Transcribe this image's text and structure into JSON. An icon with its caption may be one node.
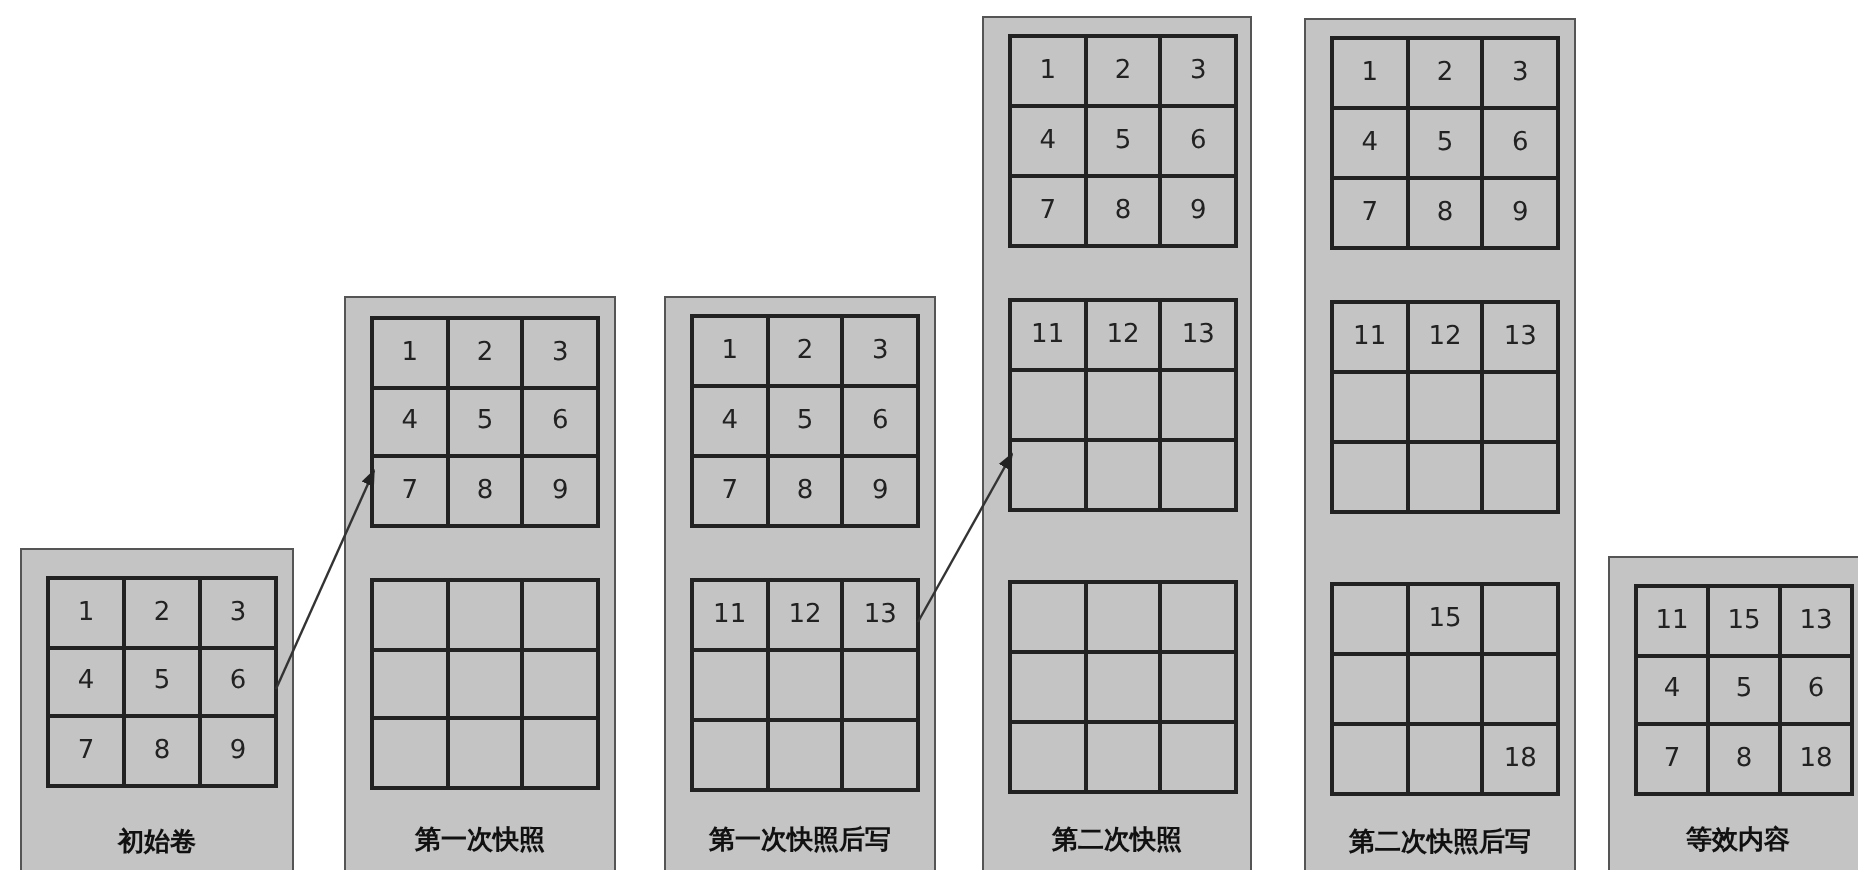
{
  "diagram": {
    "nodes": [
      {
        "text": [
          "初始卷"
        ]
      },
      {
        "text": [],
        "shape": "box",
        "in": 0
      },
      {
        "text": [
          "1"
        ],
        "in": 1
      },
      {
        "text": [
          "2"
        ],
        "in": 1
      },
      {
        "text": [
          "3"
        ],
        "in": 1
      },
      {
        "text": [
          "4"
        ],
        "in": 1
      },
      {
        "text": [
          "5"
        ],
        "in": 1
      },
      {
        "text": [
          "6"
        ],
        "in": 1
      },
      {
        "text": [
          "7"
        ],
        "in": 1
      },
      {
        "text": [
          "8"
        ],
        "in": 1
      },
      {
        "text": [
          "9"
        ],
        "in": 1
      },
      {
        "text": [
          "第一次快照"
        ]
      },
      {
        "text": [],
        "shape": "box",
        "in": 11
      },
      {
        "text": [
          "1"
        ],
        "in": 12
      },
      {
        "text": [
          "2"
        ],
        "in": 12
      },
      {
        "text": [
          "3"
        ],
        "in": 12
      },
      {
        "text": [
          "4"
        ],
        "in": 12
      },
      {
        "text": [
          "5"
        ],
        "in": 12
      },
      {
        "text": [
          "6"
        ],
        "in": 12
      },
      {
        "text": [
          "7"
        ],
        "in": 12
      },
      {
        "text": [
          "8"
        ],
        "in": 12
      },
      {
        "text": [
          "9"
        ],
        "in": 12
      },
      {
        "text": [],
        "shape": "box",
        "in": 11
      },
      {
        "text": [],
        "shape": "box",
        "in": 22
      },
      {
        "text": [],
        "shape": "box",
        "in": 22
      },
      {
        "text": [],
        "shape": "box",
        "in": 22
      },
      {
        "text": [],
        "shape": "box",
        "in": 22
      },
      {
        "text": [],
        "shape": "box",
        "in": 22
      },
      {
        "text": [],
        "shape": "box",
        "in": 22
      },
      {
        "text": [],
        "shape": "box",
        "in": 22
      },
      {
        "text": [],
        "shape": "box",
        "in": 22
      },
      {
        "text": [],
        "shape": "box",
        "in": 22
      },
      {
        "text": [
          "第一次快照后写"
        ]
      },
      {
        "text": [],
        "shape": "box",
        "in": 32
      },
      {
        "text": [
          "1"
        ],
        "in": 33
      },
      {
        "text": [
          "2"
        ],
        "in": 33
      },
      {
        "text": [
          "3"
        ],
        "in": 33
      },
      {
        "text": [
          "4"
        ],
        "in": 33
      },
      {
        "text": [
          "5"
        ],
        "in": 33
      },
      {
        "text": [
          "6"
        ],
        "in": 33
      },
      {
        "text": [
          "7"
        ],
        "in": 33
      },
      {
        "text": [
          "8"
        ],
        "in": 33
      },
      {
        "text": [
          "9"
        ],
        "in": 33
      },
      {
        "text": [],
        "shape": "box",
        "in": 32
      },
      {
        "text": [
          "11"
        ],
        "in": 43
      },
      {
        "text": [
          "12"
        ],
        "in": 43
      },
      {
        "text": [
          "13"
        ],
        "in": 43
      },
      {
        "text": [],
        "shape": "box",
        "in": 43
      },
      {
        "text": [],
        "shape": "box",
        "in": 43
      },
      {
        "text": [],
        "shape": "box",
        "in": 43
      },
      {
        "text": [],
        "shape": "box",
        "in": 43
      },
      {
        "text": [],
        "shape": "box",
        "in": 43
      },
      {
        "text": [],
        "shape": "box",
        "in": 43
      },
      {
        "text": [
          "第二次快照"
        ]
      },
      {
        "text": [],
        "shape": "box",
        "in": 53
      },
      {
        "text": [
          "1"
        ],
        "in": 54
      },
      {
        "text": [
          "2"
        ],
        "in": 54
      },
      {
        "text": [
          "3"
        ],
        "in": 54
      },
      {
        "text": [
          "4"
        ],
        "in": 54
      },
      {
        "text": [
          "5"
        ],
        "in": 54
      },
      {
        "text": [
          "6"
        ],
        "in": 54
      },
      {
        "text": [
          "7"
        ],
        "in": 54
      },
      {
        "text": [
          "8"
        ],
        "in": 54
      },
      {
        "text": [
          "9"
        ],
        "in": 54
      },
      {
        "text": [],
        "shape": "box",
        "in": 53
      },
      {
        "text": [
          "11"
        ],
        "in": 64
      },
      {
        "text": [
          "12"
        ],
        "in": 64
      },
      {
        "text": [
          "13"
        ],
        "in": 64
      },
      {
        "text": [],
        "shape": "box",
        "in": 64
      },
      {
        "text": [],
        "shape": "box",
        "in": 64
      },
      {
        "text": [],
        "shape": "box",
        "in": 64
      },
      {
        "text": [],
        "shape": "box",
        "in": 64
      },
      {
        "text": [],
        "shape": "box",
        "in": 64
      },
      {
        "text": [],
        "shape": "box",
        "in": 64
      },
      {
        "text": [],
        "shape": "box",
        "in": 53
      },
      {
        "text": [],
        "shape": "box",
        "in": 74
      },
      {
        "text": [],
        "shape": "box",
        "in": 74
      },
      {
        "text": [],
        "shape": "box",
        "in": 74
      },
      {
        "text": [],
        "shape": "box",
        "in": 74
      },
      {
        "text": [],
        "shape": "box",
        "in": 74
      },
      {
        "text": [],
        "shape": "box",
        "in": 74
      },
      {
        "text": [],
        "shape": "box",
        "in": 74
      },
      {
        "text": [],
        "shape": "box",
        "in": 74
      },
      {
        "text": [],
        "shape": "box",
        "in": 74
      },
      {
        "text": [
          "第二次快照后写"
        ]
      },
      {
        "text": [],
        "shape": "box",
        "in": 84
      },
      {
        "text": [
          "1"
        ],
        "in": 85
      },
      {
        "text": [
          "2"
        ],
        "in": 85
      },
      {
        "text": [
          "3"
        ],
        "in": 85
      },
      {
        "text": [
          "4"
        ],
        "in": 85
      },
      {
        "text": [
          "5"
        ],
        "in": 85
      },
      {
        "text": [
          "6"
        ],
        "in": 85
      },
      {
        "text": [
          "7"
        ],
        "in": 85
      },
      {
        "text": [
          "8"
        ],
        "in": 85
      },
      {
        "text": [
          "9"
        ],
        "in": 85
      },
      {
        "text": [],
        "shape": "box",
        "in": 84
      },
      {
        "text": [
          "11"
        ],
        "in": 95
      },
      {
        "text": [
          "12"
        ],
        "in": 95
      },
      {
        "text": [
          "13"
        ],
        "in": 95
      },
      {
        "text": [],
        "shape": "box",
        "in": 95
      },
      {
        "text": [],
        "shape": "box",
        "in": 95
      },
      {
        "text": [],
        "shape": "box",
        "in": 95
      },
      {
        "text": [],
        "shape": "box",
        "in": 95
      },
      {
        "text": [],
        "shape": "box",
        "in": 95
      },
      {
        "text": [],
        "shape": "box",
        "in": 95
      },
      {
        "text": [],
        "shape": "box",
        "in": 84
      },
      {
        "text": [],
        "shape": "box",
        "in": 105
      },
      {
        "text": [
          "15"
        ],
        "in": 105
      },
      {
        "text": [],
        "shape": "box",
        "in": 105
      },
      {
        "text": [],
        "shape": "box",
        "in": 105
      },
      {
        "text": [],
        "shape": "box",
        "in": 105
      },
      {
        "text": [],
        "shape": "box",
        "in": 105
      },
      {
        "text": [],
        "shape": "box",
        "in": 105
      },
      {
        "text": [],
        "shape": "box",
        "in": 105
      },
      {
        "text": [
          "18"
        ],
        "in": 105
      },
      {
        "text": [
          "等效内容"
        ]
      },
      {
        "text": [],
        "shape": "box",
        "in": 115
      },
      {
        "text": [
          "11"
        ],
        "in": 116
      },
      {
        "text": [
          "15"
        ],
        "in": 116
      },
      {
        "text": [
          "13"
        ],
        "in": 116
      },
      {
        "text": [
          "4"
        ],
        "in": 116
      },
      {
        "text": [
          "5"
        ],
        "in": 116
      },
      {
        "text": [
          "6"
        ],
        "in": 116
      },
      {
        "text": [
          "7"
        ],
        "in": 116
      },
      {
        "text": [
          "8"
        ],
        "in": 116
      },
      {
        "text": [
          "18"
        ],
        "in": 116
      }
    ],
    "edges": [
      {
        "from": 7,
        "to": 19,
        "arrow": "to"
      },
      {
        "from": 46,
        "to": 71,
        "arrow": "to"
      }
    ]
  }
}
